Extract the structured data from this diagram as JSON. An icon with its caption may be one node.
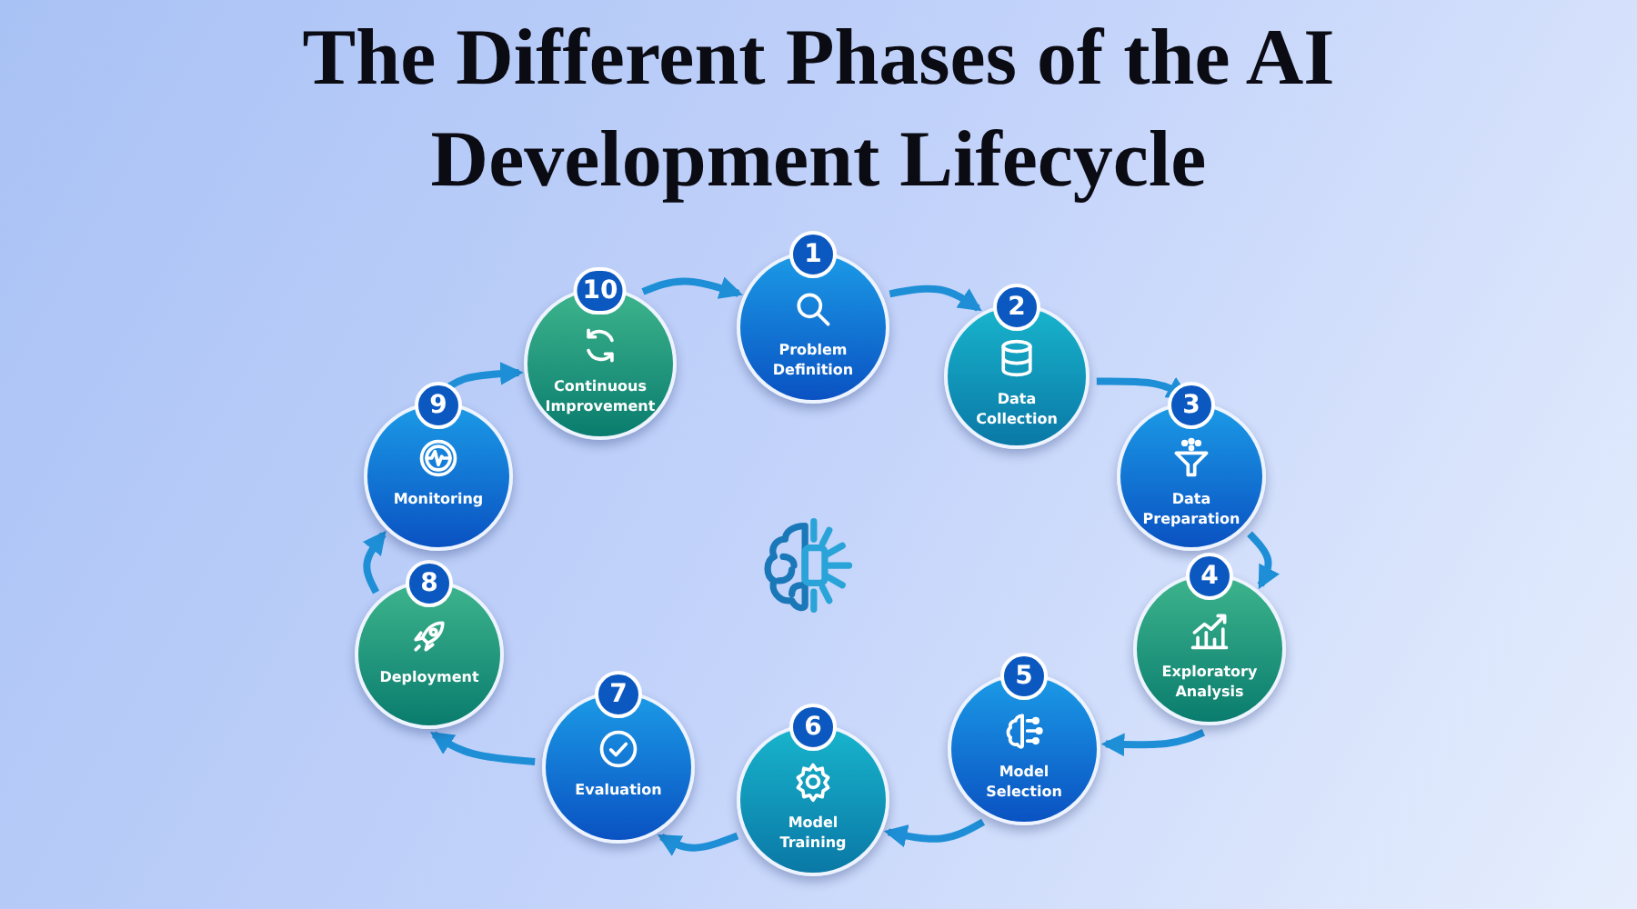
{
  "diagram": {
    "title": "The Different Phases of the AI Development Lifecycle",
    "nodes": [
      {
        "text": [
          "1",
          "Problem Definition"
        ]
      },
      {
        "text": [
          "2",
          "Data Collection"
        ]
      },
      {
        "text": [
          "3",
          "Data Preparation"
        ]
      },
      {
        "text": [
          "4",
          "Exploratory Analysis"
        ]
      },
      {
        "text": [
          "5",
          "Model Selection"
        ]
      },
      {
        "text": [
          "6",
          "Model Training"
        ]
      },
      {
        "text": [
          "7",
          "Evaluation"
        ]
      },
      {
        "text": [
          "8",
          "Deployment"
        ]
      },
      {
        "text": [
          "9",
          "Monitoring"
        ]
      },
      {
        "text": [
          "10",
          "Continuous Improvement"
        ]
      }
    ],
    "edges": [
      {
        "from": 0,
        "to": 1,
        "arrow": "to"
      },
      {
        "from": 1,
        "to": 2,
        "arrow": "to"
      },
      {
        "from": 2,
        "to": 3,
        "arrow": "to"
      },
      {
        "from": 3,
        "to": 4,
        "arrow": "to"
      },
      {
        "from": 4,
        "to": 5,
        "arrow": "to"
      },
      {
        "from": 5,
        "to": 6,
        "arrow": "to"
      },
      {
        "from": 6,
        "to": 7,
        "arrow": "to"
      },
      {
        "from": 7,
        "to": 8,
        "arrow": "to"
      },
      {
        "from": 8,
        "to": 9,
        "arrow": "to"
      },
      {
        "from": 9,
        "to": 0,
        "arrow": "to"
      }
    ]
  }
}
